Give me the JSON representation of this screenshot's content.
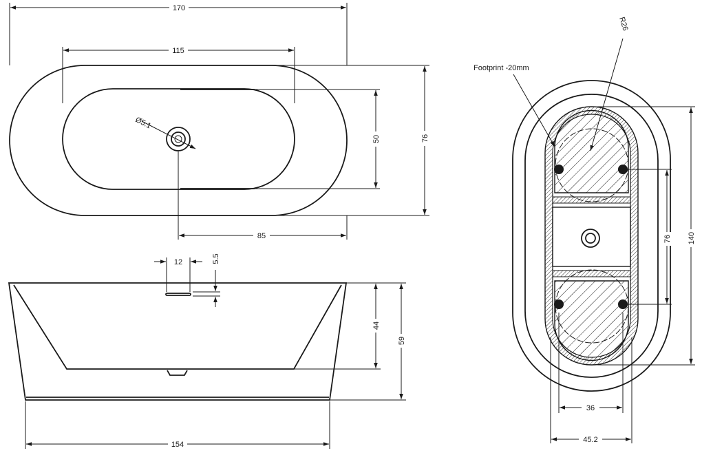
{
  "colors": {
    "line": "#1a1a1a",
    "background": "#ffffff",
    "hatch_fill": "#ffffff"
  },
  "top_view": {
    "dim_overall_length": "170",
    "dim_inner_length": "115",
    "dim_overall_width": "76",
    "dim_inner_width": "50",
    "dim_drain_offset": "85",
    "dim_drain_diameter": "Ø5.1"
  },
  "side_view": {
    "dim_overflow_width": "12",
    "dim_overflow_height": "5.5",
    "dim_inner_depth": "44",
    "dim_overall_height": "59",
    "dim_base_length": "154"
  },
  "bottom_view": {
    "footprint_label": "Footprint -20mm",
    "dim_radius": "R26",
    "dim_feet_spacing": "76",
    "dim_footprint_length": "140",
    "dim_feet_width": "36",
    "dim_footprint_width": "45.2"
  }
}
